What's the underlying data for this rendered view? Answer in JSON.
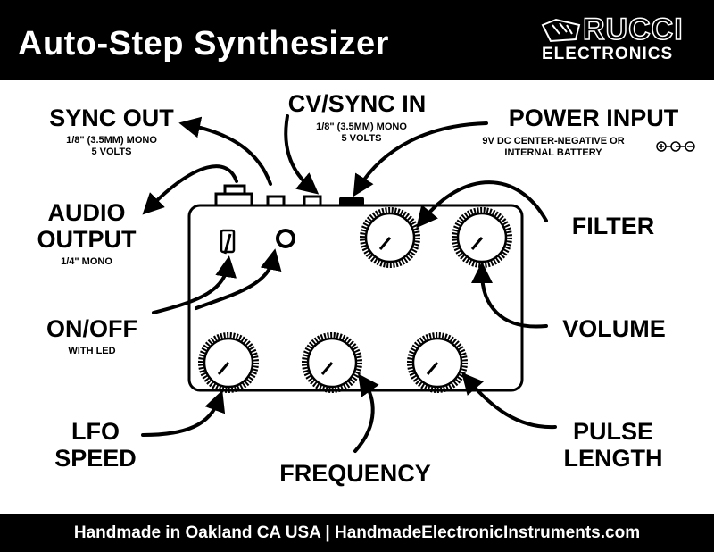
{
  "header": {
    "title": "Auto-Step Synthesizer",
    "logo_top": "RUCCI",
    "logo_bottom": "ELECTRONICS"
  },
  "labels": {
    "sync_out": {
      "title": "SYNC OUT",
      "line1": "1/8\" (3.5MM) MONO",
      "line2": "5 VOLTS"
    },
    "cv_sync_in": {
      "title": "CV/SYNC IN",
      "line1": "1/8\" (3.5MM) MONO",
      "line2": "5 VOLTS"
    },
    "power_input": {
      "title": "POWER INPUT",
      "line1": "9V DC CENTER-NEGATIVE OR",
      "line2": "INTERNAL BATTERY"
    },
    "audio_output": {
      "line1": "AUDIO",
      "line2": "OUTPUT",
      "sub": "1/4\" MONO"
    },
    "filter": {
      "title": "FILTER"
    },
    "on_off": {
      "title": "ON/OFF",
      "sub": "WITH LED"
    },
    "volume": {
      "title": "VOLUME"
    },
    "lfo_speed": {
      "line1": "LFO",
      "line2": "SPEED"
    },
    "frequency": {
      "title": "FREQUENCY"
    },
    "pulse_length": {
      "line1": "PULSE",
      "line2": "LENGTH"
    }
  },
  "footer": {
    "text": "Handmade in Oakland CA USA | HandmadeElectronicInstruments.com"
  }
}
